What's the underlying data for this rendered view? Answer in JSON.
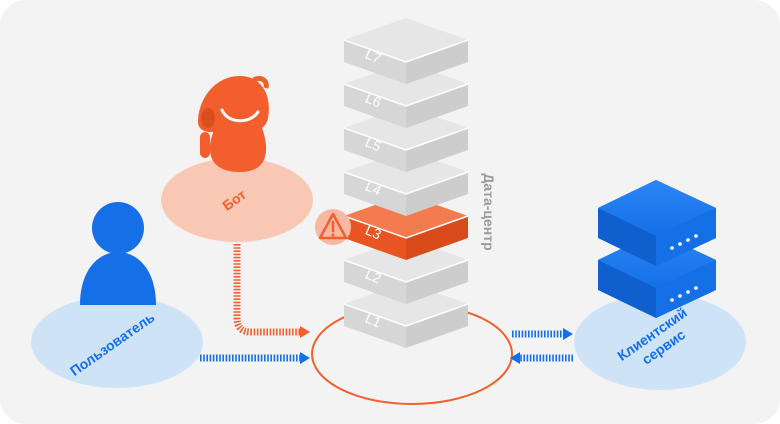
{
  "nodes": {
    "user": {
      "label": "Пользователь",
      "icon": "user-icon",
      "color": "#1570e8",
      "bubble_color": "#cfe3f7"
    },
    "bot": {
      "label": "Бот",
      "icon": "robot-icon",
      "color": "#f25f2c",
      "bubble_color": "#f8c8b4"
    },
    "client_service": {
      "label": "Клиентский\nсервис",
      "icon": "server-icon",
      "color": "#1570e8",
      "bubble_color": "#cfe3f7"
    },
    "datacenter": {
      "label": "Дата-центр",
      "warning_icon": "warning-icon"
    }
  },
  "layers": [
    "L7",
    "L6",
    "L5",
    "L4",
    "L3",
    "L2",
    "L1"
  ],
  "attacked_layer": "L3",
  "colors": {
    "panel": "#f3f3f3",
    "layer": "#d9d9d9",
    "layer_light": "#e4e4e4",
    "attack": "#f25f2c",
    "arrow_blue": "#1570e8"
  }
}
